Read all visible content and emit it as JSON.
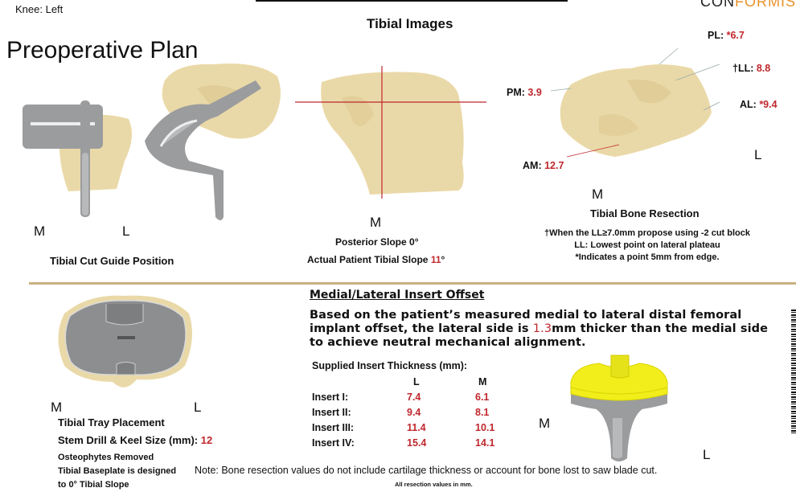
{
  "header": {
    "knee_side": "Knee: Left",
    "title": "Preoperative Plan",
    "section_title": "Tibial Images",
    "logo": {
      "part1": "CON",
      "part2": "FORMIS"
    }
  },
  "cut_guide": {
    "label_m": "M",
    "label_l": "L",
    "caption": "Tibial Cut Guide Position"
  },
  "slope": {
    "label_m": "M",
    "posterior_slope": "Posterior Slope 0°",
    "actual_slope_label": "Actual Patient Tibial Slope ",
    "actual_slope_value": "11",
    "actual_slope_unit": "°"
  },
  "resection": {
    "points": [
      {
        "key": "PL",
        "label": "PL: ",
        "value": "*6.7"
      },
      {
        "key": "LL",
        "label": "†LL: ",
        "value": "8.8"
      },
      {
        "key": "PM",
        "label": "PM: ",
        "value": "3.9"
      },
      {
        "key": "AL",
        "label": "AL: ",
        "value": "*9.4"
      },
      {
        "key": "AM",
        "label": "AM: ",
        "value": "12.7"
      }
    ],
    "label_m": "M",
    "label_l": "L",
    "caption": "Tibial Bone Resection",
    "notes": [
      "†When the LL≥7.0mm propose using -2 cut block",
      "LL: Lowest point on lateral plateau",
      "*Indicates a point 5mm from edge."
    ]
  },
  "tray": {
    "label_m": "M",
    "label_l": "L",
    "caption": "Tibial Tray Placement",
    "stem_label": "Stem Drill & Keel Size (mm): ",
    "stem_value": "12",
    "osteophytes": "Osteophytes Removed",
    "baseplate_line1": "Tibial Baseplate is designed",
    "baseplate_line2": "to 0° Tibial Slope"
  },
  "offset": {
    "heading": "Medial/Lateral Insert Offset",
    "text_pre": "Based on the patient’s measured medial to lateral distal femoral implant offset, the lateral side is ",
    "value": "1.3",
    "text_post": "mm thicker than the medial side to achieve neutral mechanical alignment."
  },
  "inserts": {
    "title": "Supplied Insert Thickness (mm):",
    "col_l": "L",
    "col_m": "M",
    "rows": [
      {
        "name": "Insert I:",
        "l": "7.4",
        "m": "6.1"
      },
      {
        "name": "Insert II:",
        "l": "9.4",
        "m": "8.1"
      },
      {
        "name": "Insert III:",
        "l": "11.4",
        "m": "10.1"
      },
      {
        "name": "Insert IV:",
        "l": "15.4",
        "m": "14.1"
      }
    ]
  },
  "implant": {
    "label_m": "M",
    "label_l": "L"
  },
  "footer": {
    "note": "Note: Bone resection values do not include cartilage thickness or account for bone lost to saw blade cut.",
    "units": "All resection values in mm."
  },
  "colors": {
    "accent_red": "#c0272d",
    "divider_tan": "#c9b083",
    "bone": "#ead9a8",
    "insert_yellow": "#f2ee1c",
    "steel": "#9b9c9e"
  }
}
